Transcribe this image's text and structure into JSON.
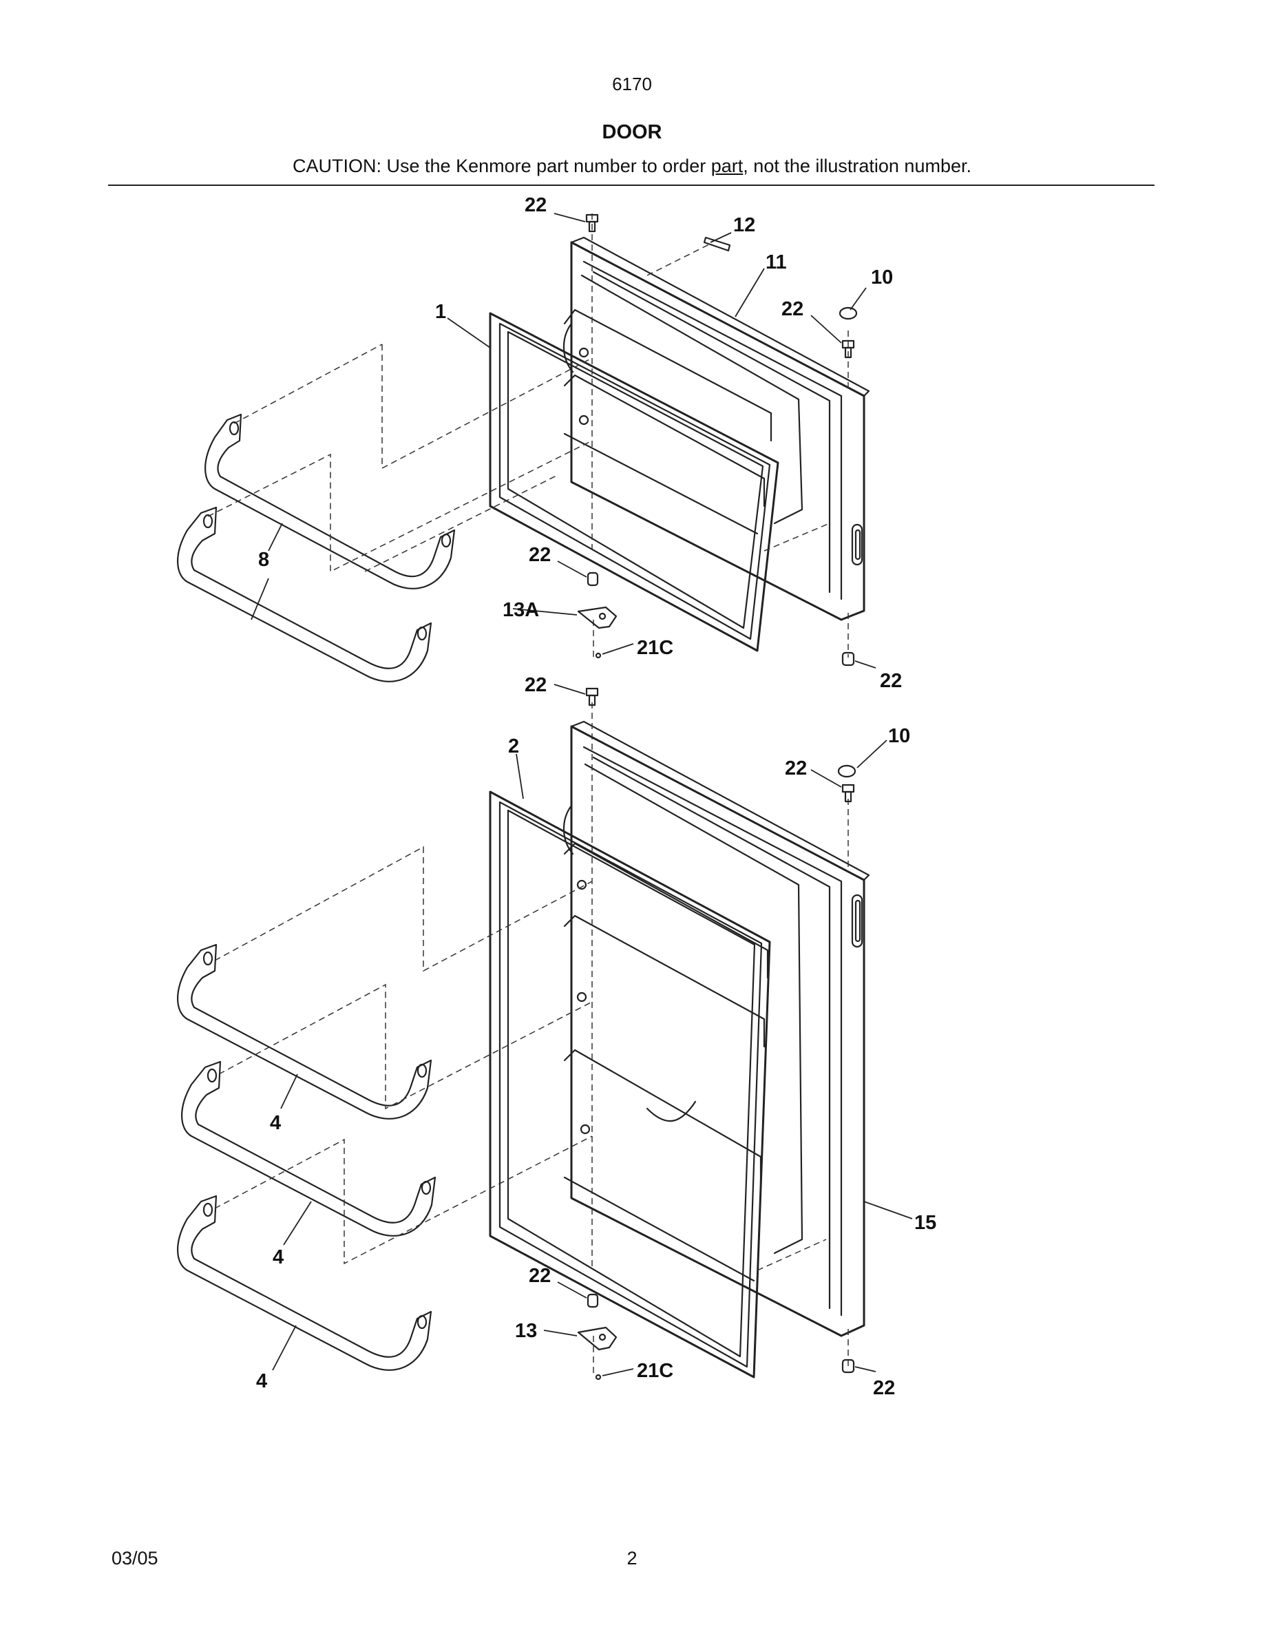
{
  "header": {
    "model": "6170",
    "title": "DOOR",
    "caution_prefix": "CAUTION: Use the Kenmore part number to order ",
    "caution_link": "part",
    "caution_suffix": ", not the illustration number."
  },
  "callouts": [
    {
      "id": "c-22-a",
      "label": "22"
    },
    {
      "id": "c-12",
      "label": "12"
    },
    {
      "id": "c-11",
      "label": "11"
    },
    {
      "id": "c-10-a",
      "label": "10"
    },
    {
      "id": "c-22-b",
      "label": "22"
    },
    {
      "id": "c-1",
      "label": "1"
    },
    {
      "id": "c-8",
      "label": "8"
    },
    {
      "id": "c-22-c",
      "label": "22"
    },
    {
      "id": "c-13a",
      "label": "13A"
    },
    {
      "id": "c-21c-a",
      "label": "21C"
    },
    {
      "id": "c-22-d",
      "label": "22"
    },
    {
      "id": "c-22-e",
      "label": "22"
    },
    {
      "id": "c-10-b",
      "label": "10"
    },
    {
      "id": "c-2",
      "label": "2"
    },
    {
      "id": "c-22-f",
      "label": "22"
    },
    {
      "id": "c-4-a",
      "label": "4"
    },
    {
      "id": "c-4-b",
      "label": "4"
    },
    {
      "id": "c-4-c",
      "label": "4"
    },
    {
      "id": "c-15",
      "label": "15"
    },
    {
      "id": "c-22-g",
      "label": "22"
    },
    {
      "id": "c-13",
      "label": "13"
    },
    {
      "id": "c-21c-b",
      "label": "21C"
    },
    {
      "id": "c-22-h",
      "label": "22"
    }
  ],
  "footer": {
    "date": "03/05",
    "page": "2"
  }
}
